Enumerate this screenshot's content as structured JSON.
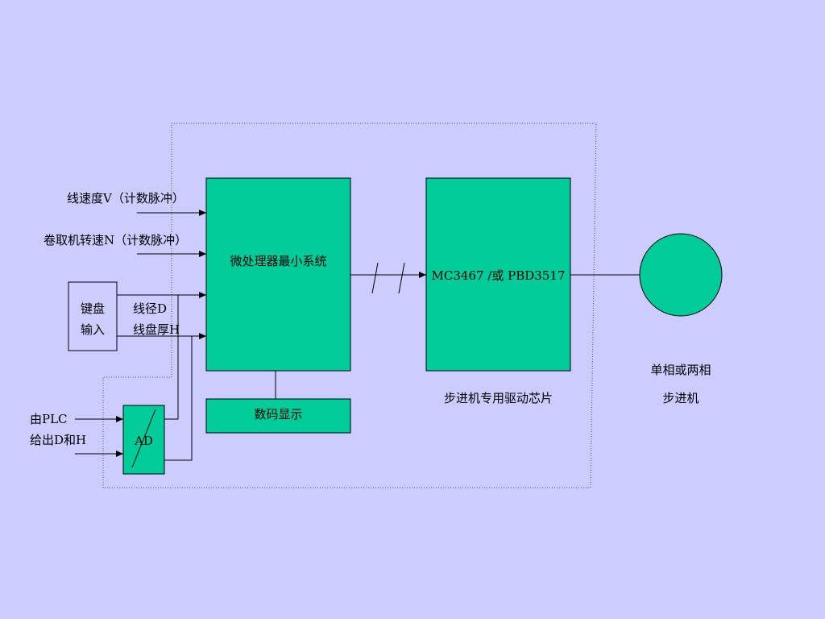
{
  "inputs": {
    "line_speed": "线速度V（计数脉冲）",
    "winding_speed": "卷取机转速N（计数脉冲）",
    "wire_diameter": "线径D",
    "coil_thickness": "线盘厚H",
    "plc_line1": "由PLC",
    "plc_line2": "给出D和H"
  },
  "blocks": {
    "keyboard_line1": "键盘",
    "keyboard_line2": "输入",
    "mcu": "微处理器最小系统",
    "display": "数码显示",
    "driver_chip": "MC3467 /或 PBD3517",
    "ad": "AD"
  },
  "captions": {
    "driver_caption": "步进机专用驱动芯片",
    "motor_line1": "单相或两相",
    "motor_line2": "步进机"
  },
  "colors": {
    "background": "#ccccff",
    "block_fill": "#00cc99",
    "stroke": "#000000"
  }
}
